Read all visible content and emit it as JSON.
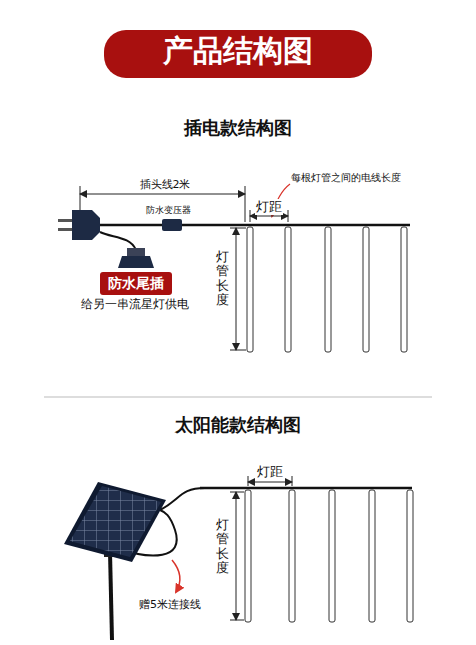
{
  "diagram": {
    "title": "产品结构图",
    "nodes": [
      {
        "text": [
          "防水尾插"
        ]
      }
    ],
    "labels": [
      "插电款结构图",
      "插头线2米",
      "每根灯管之间的电线长度",
      "防水变压器",
      "灯距",
      "灯管长度",
      "给另一串流星灯供电",
      "太阳能款结构图",
      "灯距",
      "灯管长度",
      "赠5米连接线"
    ]
  }
}
